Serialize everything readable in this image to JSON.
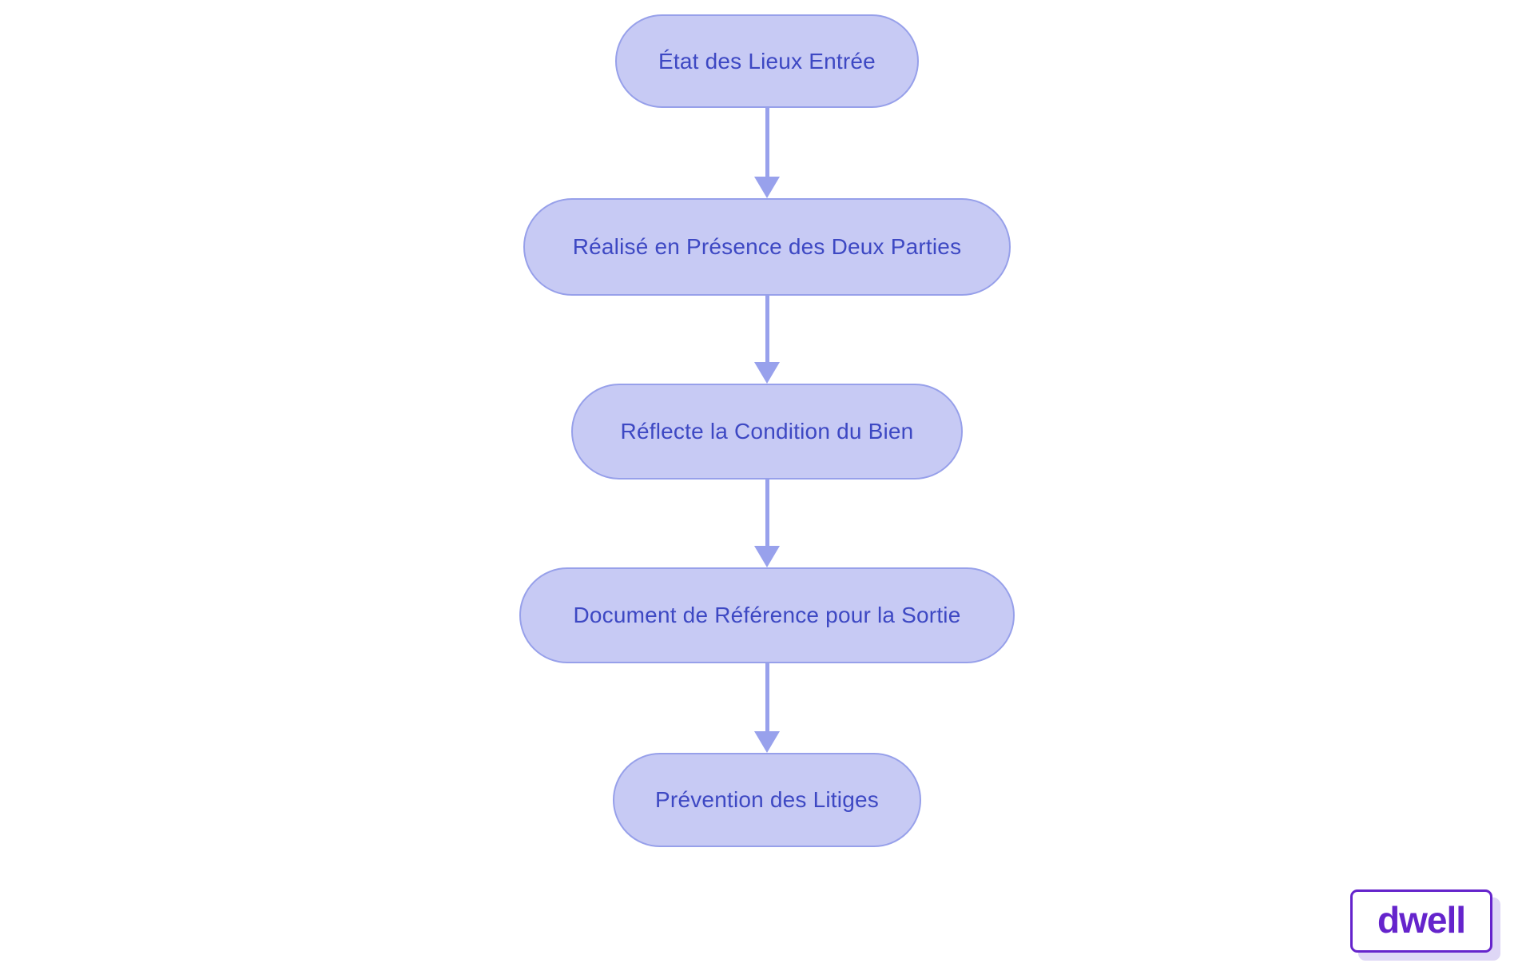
{
  "flowchart": {
    "type": "vertical-flow",
    "direction": "top-down",
    "nodes": [
      {
        "label": "État des Lieux Entrée"
      },
      {
        "label": "Réalisé en Présence des Deux Parties"
      },
      {
        "label": "Réflecte la Condition du Bien"
      },
      {
        "label": "Document de Référence pour la Sortie"
      },
      {
        "label": "Prévention des Litiges"
      }
    ],
    "edges": [
      {
        "from": 0,
        "to": 1
      },
      {
        "from": 1,
        "to": 2
      },
      {
        "from": 2,
        "to": 3
      },
      {
        "from": 3,
        "to": 4
      }
    ]
  },
  "logo": {
    "text": "dwell"
  },
  "colors": {
    "background": "#ffffff",
    "node_fill": "#c7caf4",
    "node_border": "#97a0ea",
    "node_text": "#3d48c3",
    "arrow": "#98a1ec",
    "logo_purple": "#6524cc",
    "logo_shadow": "#ded7f6"
  }
}
